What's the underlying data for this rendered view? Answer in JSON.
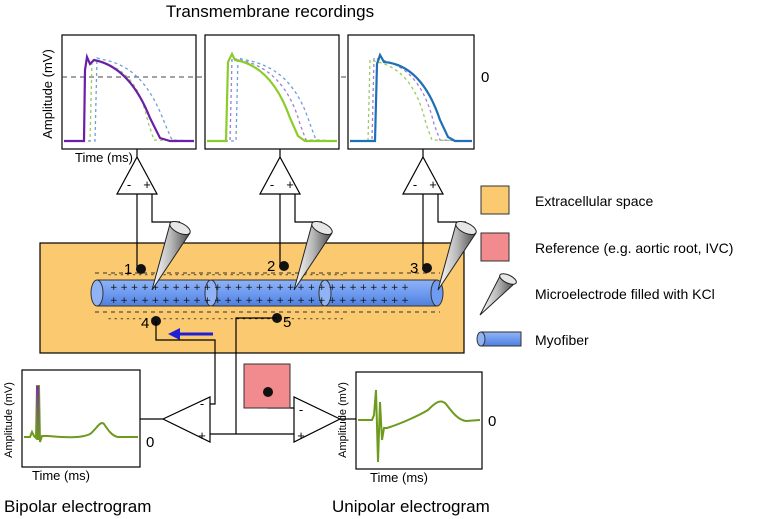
{
  "title": "Transmembrane recordings",
  "zero_label": "0",
  "amplitude_label": "Amplitude (mV)",
  "time_label": "Time (ms)",
  "amp_minus": "-",
  "amp_plus": "+",
  "electrodes": [
    "1",
    "2",
    "3",
    "4",
    "5"
  ],
  "legend": {
    "extracellular": "Extracellular space",
    "reference": "Reference (e.g. aortic root, IVC)",
    "microelectrode": "Microelectrode filled with KCl",
    "myofiber": "Myofiber"
  },
  "bipolar_caption": "Bipolar electrogram",
  "unipolar_caption": "Unipolar electrogram",
  "colors": {
    "extracellular": "#FBC96F",
    "reference": "#F28B8E",
    "myofiber": "#6F9BF0",
    "trace1": "#6B1FA8",
    "trace2": "#8ACD2A",
    "trace3": "#1F6FB5",
    "egm": "#6E9A1E",
    "arrow": "#1F1FD6"
  }
}
